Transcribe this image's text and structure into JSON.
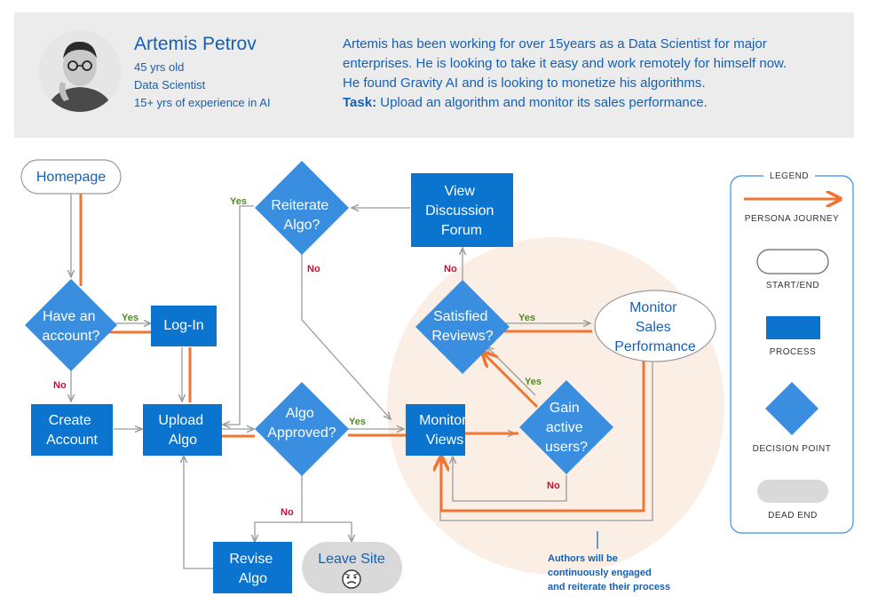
{
  "persona": {
    "name": "Artemis Petrov",
    "age": "45 yrs old",
    "role": "Data Scientist",
    "experience": "15+ yrs of experience in AI",
    "bio_lines": [
      "Artemis has been working for over 15years as a Data Scientist for major",
      "enterprises. He is looking to take it easy and work remotely for himself now.",
      "He found Gravity AI and is looking to monetize his algorithms."
    ],
    "task_label": "Task:",
    "task_text": " Upload an algorithm and monitor its sales performance."
  },
  "nodes": {
    "homepage": "Homepage",
    "have_account": [
      "Have an",
      "account?"
    ],
    "log_in": "Log-In",
    "create_account": [
      "Create",
      "Account"
    ],
    "upload_algo": [
      "Upload",
      "Algo"
    ],
    "algo_approved": [
      "Algo",
      "Approved?"
    ],
    "reiterate_algo": [
      "Reiterate",
      "Algo?"
    ],
    "revise_algo": [
      "Revise",
      "Algo"
    ],
    "leave_site": "Leave Site",
    "view_discussion_forum": [
      "View",
      "Discussion",
      "Forum"
    ],
    "satisfied_reviews": [
      "Satisfied",
      "Reviews?"
    ],
    "monitor_sales_performance": [
      "Monitor",
      "Sales",
      "Performance"
    ],
    "monitor_views": [
      "Monitor",
      "Views"
    ],
    "gain_active_users": [
      "Gain",
      "active",
      "users?"
    ]
  },
  "edge_labels": {
    "yes": "Yes",
    "no": "No"
  },
  "note": [
    "Authors will be",
    "continuously engaged",
    "and reiterate their process"
  ],
  "legend": {
    "title": "LEGEND",
    "persona_journey": "PERSONA JOURNEY",
    "start_end": "START/END",
    "process": "PROCESS",
    "decision_point": "DECISION POINT",
    "dead_end": "DEAD END"
  },
  "colors": {
    "process": "#0a74cf",
    "decision": "#3a8ee0",
    "journey": "#f07530",
    "connector": "#9a9a9a",
    "text_blue": "#1460b5",
    "highlight": "#fbeee4",
    "dead_end": "#d9d9d9"
  },
  "icons": {
    "avatar": "persona-photo",
    "leave_site": "frowning-face-icon"
  }
}
